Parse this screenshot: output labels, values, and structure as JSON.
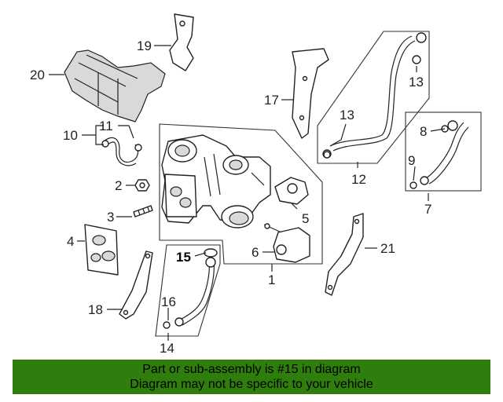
{
  "callouts": {
    "c1": "1",
    "c2": "2",
    "c3": "3",
    "c4": "4",
    "c5": "5",
    "c6": "6",
    "c7": "7",
    "c8": "8",
    "c9": "9",
    "c10": "10",
    "c11": "11",
    "c12": "12",
    "c13a": "13",
    "c13b": "13",
    "c14": "14",
    "c15": "15",
    "c16": "16",
    "c17": "17",
    "c18": "18",
    "c19": "19",
    "c20": "20",
    "c21": "21"
  },
  "highlight_part": "15",
  "banner": {
    "line1": "Part or sub-assembly is #15 in diagram",
    "line2": "Diagram may not be specific to your vehicle",
    "color": "#2f7d0d"
  }
}
